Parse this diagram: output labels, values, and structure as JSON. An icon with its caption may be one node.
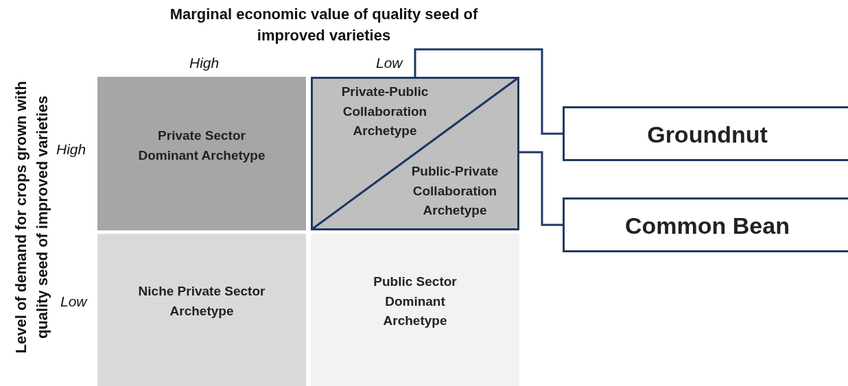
{
  "diagram": {
    "nodes": [
      {
        "text": [
          "Private Sector Dominant Archetype"
        ]
      },
      {
        "text": [
          "Private-Public Collaboration Archetype"
        ]
      },
      {
        "text": [
          "Public-Private Collaboration Archetype"
        ]
      },
      {
        "text": [
          "Groundnut"
        ]
      },
      {
        "text": [
          "Common Bean"
        ]
      },
      {
        "text": [
          "Niche Private Sector Archetype"
        ]
      },
      {
        "text": [
          "Public Sector Dominant Archetype"
        ]
      }
    ],
    "edges": [
      {
        "from": 3,
        "to": 1,
        "arrow": "none"
      },
      {
        "from": 4,
        "to": 2,
        "arrow": "none"
      }
    ],
    "labels": [
      "Marginal economic value of quality seed of improved varieties",
      "High",
      "Low",
      "Level of demand for crops grown with quality seed of improved varieties",
      "High",
      "Low"
    ]
  }
}
